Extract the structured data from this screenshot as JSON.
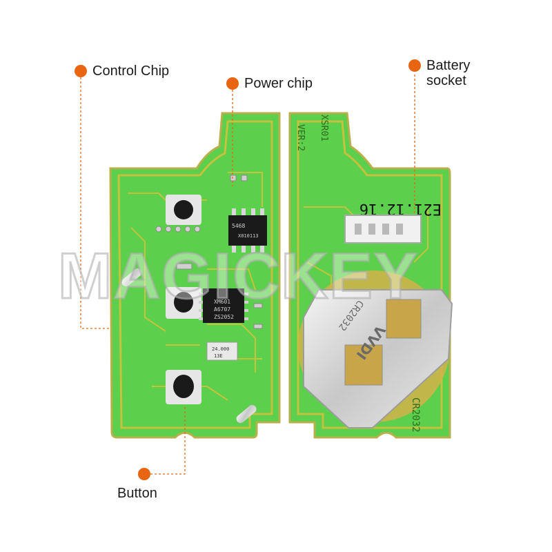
{
  "callouts": {
    "control_chip": "Control Chip",
    "power_chip": "Power chip",
    "battery_socket": "Battery\nsocket",
    "button": "Button"
  },
  "board_text": {
    "date_code": "E21.12.16",
    "version": "VER:2",
    "model": "XSR01",
    "battery_holder": "VVDI",
    "battery_holder_model": "CR2032",
    "battery_model_bottom": "CR2032",
    "power_chip_marking_1": "5468",
    "power_chip_marking_2": "X010113",
    "control_chip_marking_1": "XM601",
    "control_chip_marking_2": "A6707",
    "control_chip_marking_3": "ZS2052",
    "crystal_marking_1": "24.000",
    "crystal_marking_2": "13E"
  },
  "watermark": {
    "text": "MAGICKEY"
  },
  "colors": {
    "accent_orange": "#ea6512",
    "pcb_green": "#5ccf4c",
    "pcb_trace": "#c5c23e",
    "pcb_border": "#b8b04a",
    "chip_black": "#1a1a1a",
    "battery_metal": "#d9d9d9",
    "battery_gold": "#d2b24a"
  }
}
